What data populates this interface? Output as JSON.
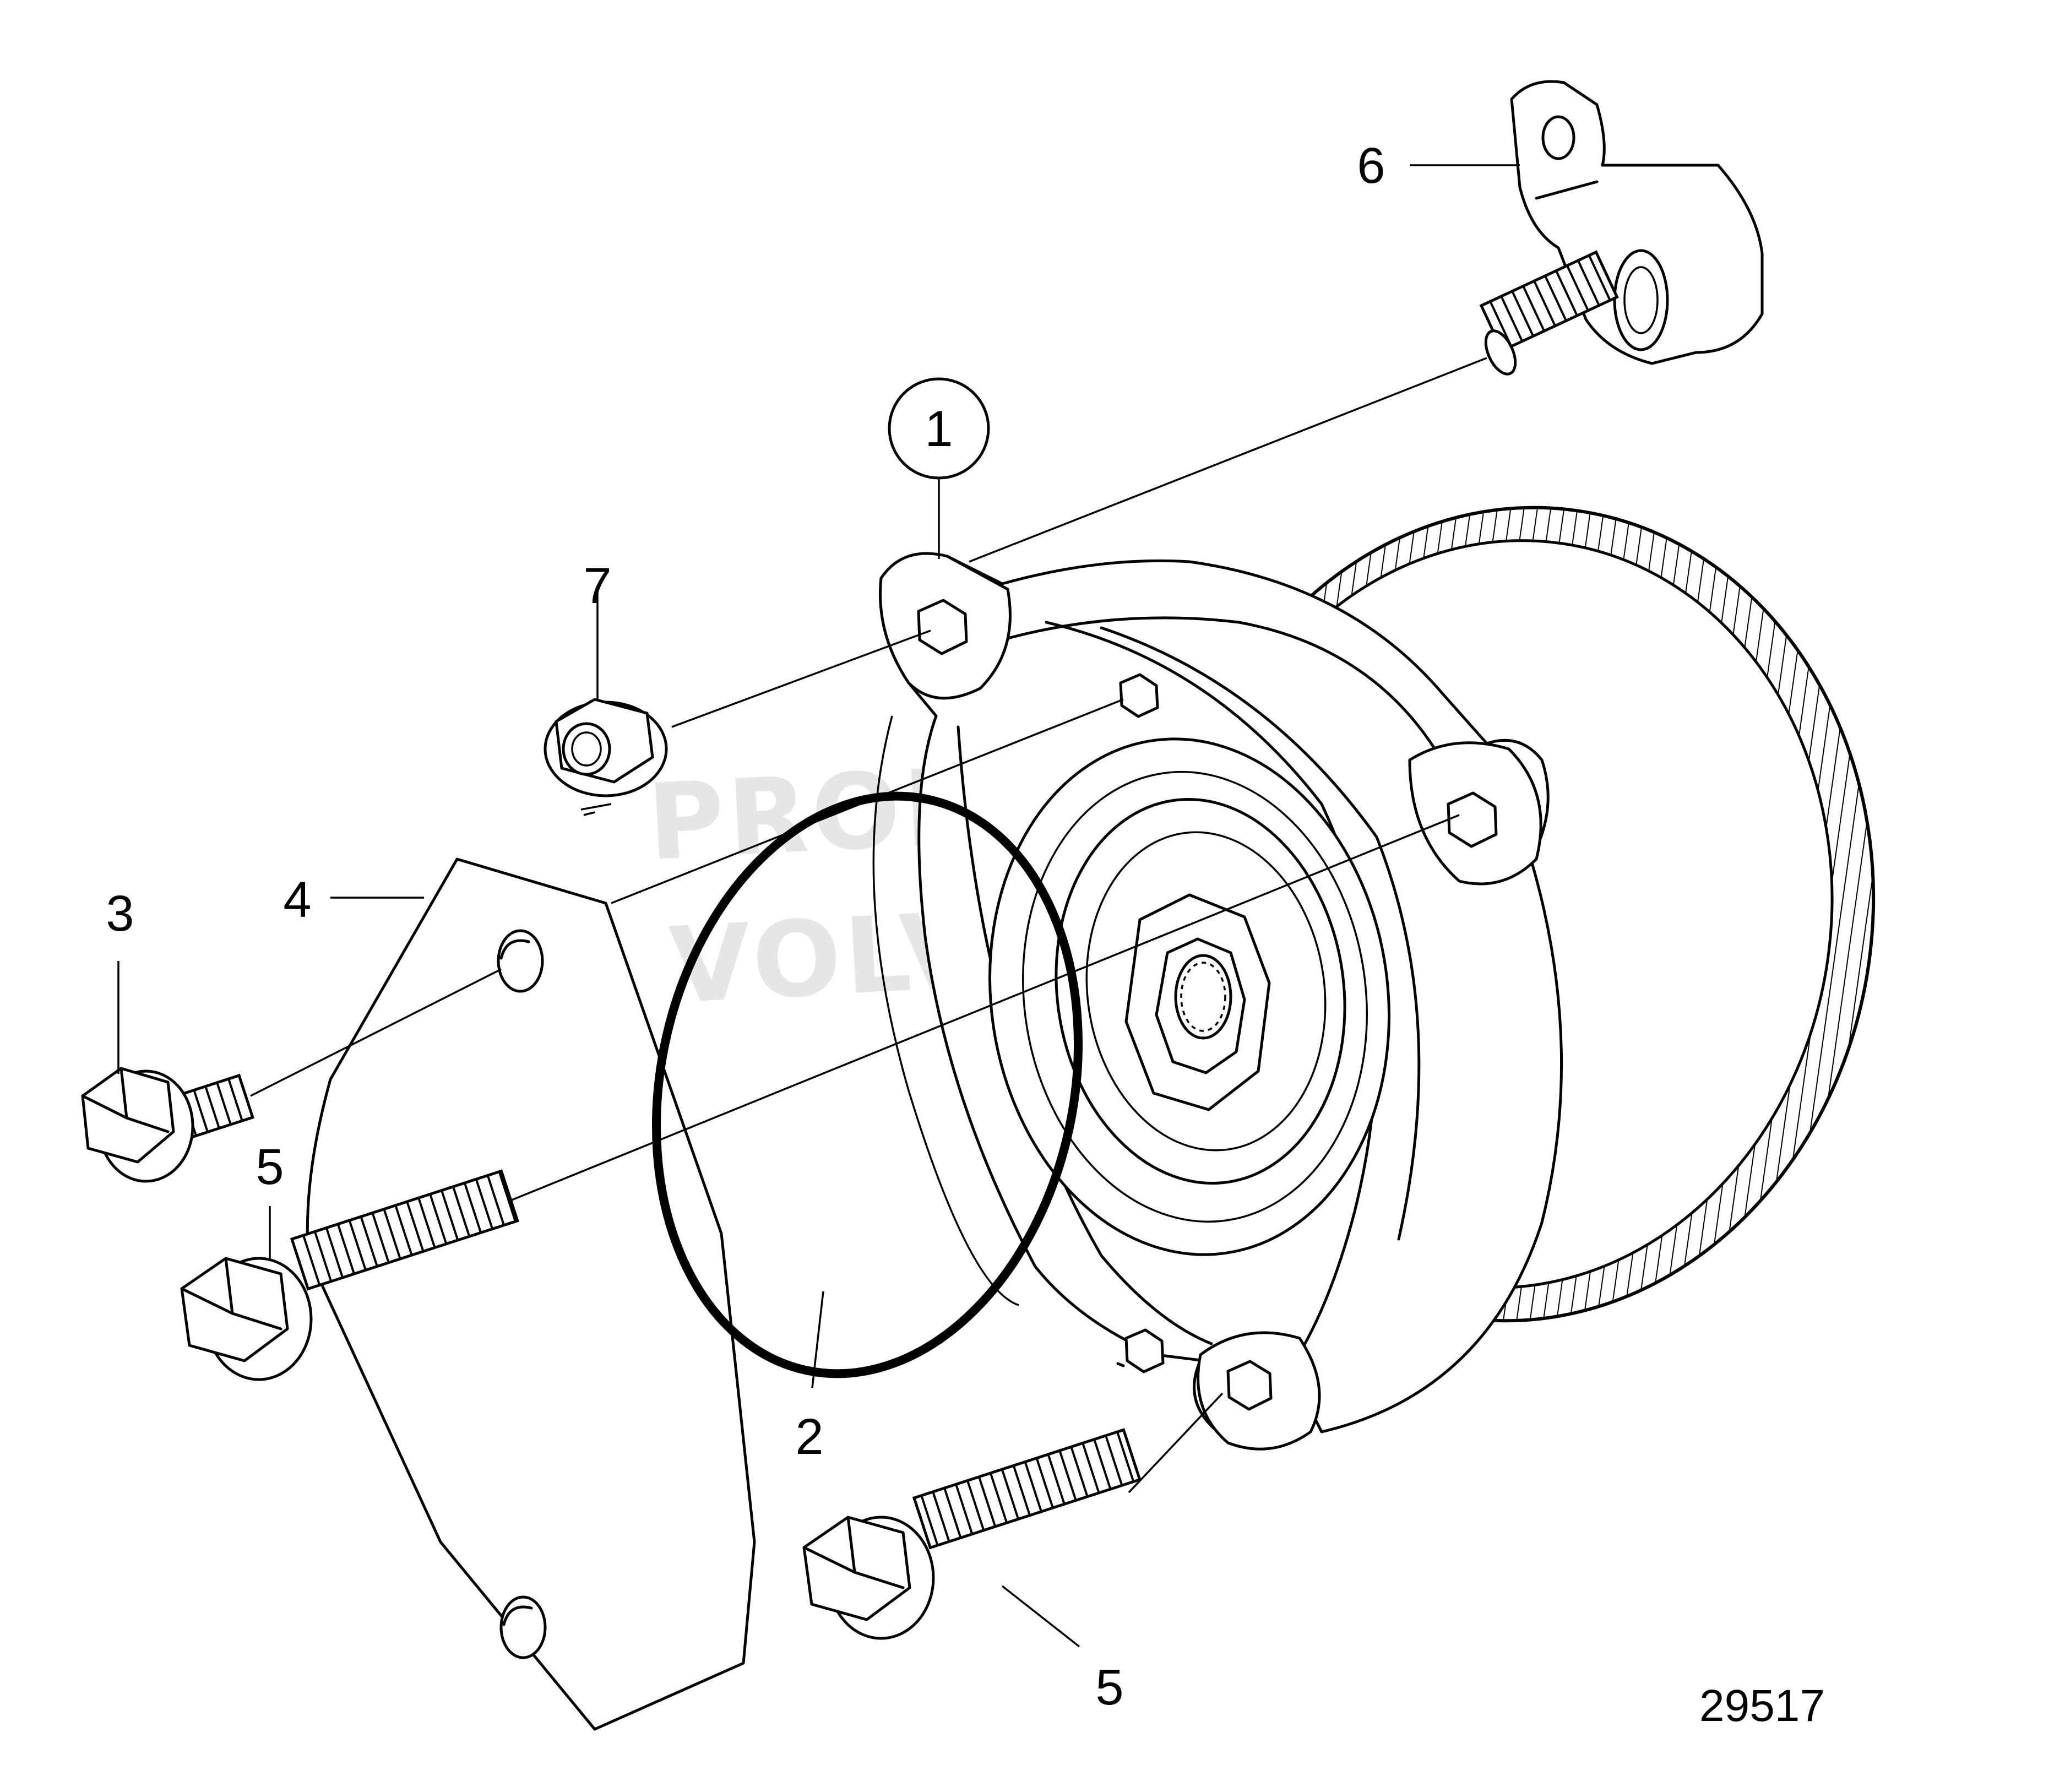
{
  "callouts": [
    {
      "id": "1",
      "label": "1",
      "circled": true
    },
    {
      "id": "2",
      "label": "2"
    },
    {
      "id": "3",
      "label": "3"
    },
    {
      "id": "4",
      "label": "4"
    },
    {
      "id": "5a",
      "label": "5"
    },
    {
      "id": "5b",
      "label": "5"
    },
    {
      "id": "6",
      "label": "6"
    },
    {
      "id": "7",
      "label": "7"
    }
  ],
  "figure_number": "29517",
  "watermark": {
    "line1": "PROPERTY OF",
    "line2": "VOLVO PENTA"
  }
}
